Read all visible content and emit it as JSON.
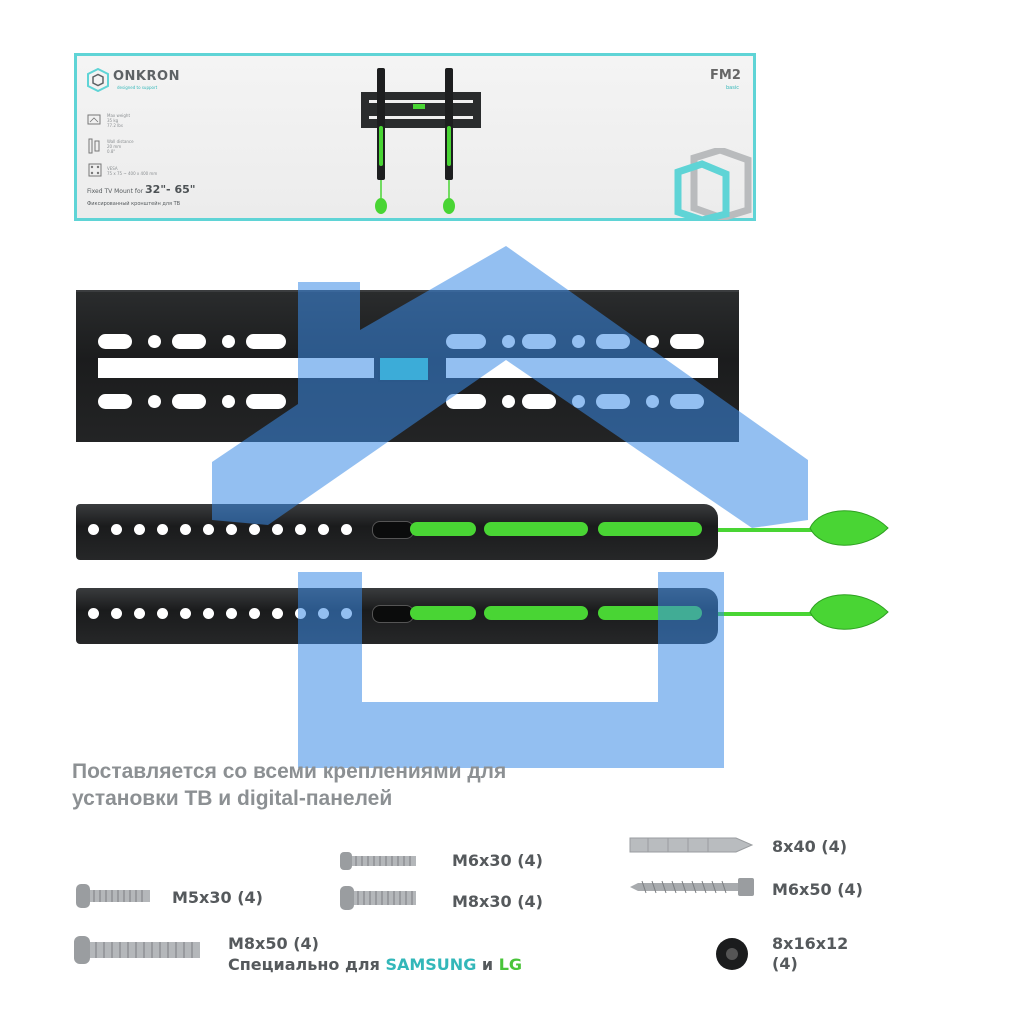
{
  "box": {
    "brand": "ONKRON",
    "tagline": "designed to support",
    "specs": [
      {
        "icon": "tv-weight-icon",
        "lines": [
          "Max weight",
          "35 kg",
          "77.2 lbs"
        ]
      },
      {
        "icon": "wall-distance-icon",
        "lines": [
          "Wall distance",
          "20 mm",
          "0.8\""
        ]
      },
      {
        "icon": "vesa-icon",
        "lines": [
          "VESA",
          "75 x 75 ~ 400 x 400 mm"
        ]
      }
    ],
    "mount_prefix": "Fixed TV Mount for ",
    "mount_sizes": "32\"- 65\"",
    "mount_ru": "Фиксированный кронштейн для ТВ",
    "model": "FM2",
    "model_sub": "basic"
  },
  "heading": {
    "line1": "Поставляется со всеми креплениями для",
    "line2": "установки ТВ и digital-панелей"
  },
  "parts": {
    "m5x30": "M5x30 (4)",
    "m6x30": "M6x30 (4)",
    "m8x30": "M8x30 (4)",
    "m8x50": "M8x50 (4)",
    "special_prefix": "Специально для ",
    "samsung": "SAMSUNG",
    "and": " и ",
    "lg": "LG",
    "anchor": "8x40 (4)",
    "lag_screw": "M6x50 (4)",
    "spacer_line1": "8x16x12",
    "spacer_line2": "(4)"
  },
  "colors": {
    "accent_teal": "#5fd4d6",
    "green": "#49d534",
    "watermark_blue": "#3b8ae6"
  }
}
